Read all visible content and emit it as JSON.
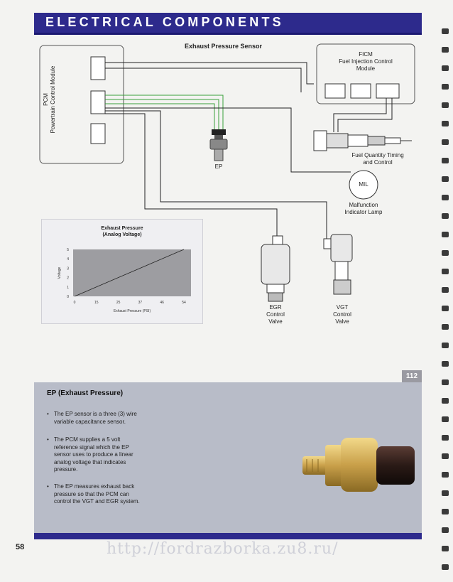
{
  "header": {
    "title": "ELECTRICAL COMPONENTS"
  },
  "diagram": {
    "title": "Exhaust Pressure Sensor",
    "pcm_label": [
      "PCM",
      "Powertrain Control Module"
    ],
    "ficm_label": [
      "FICM",
      "Fuel Injection Control",
      "Module"
    ],
    "ep_label": "EP",
    "injector_label": [
      "Fuel Quantity Timing",
      "and Control"
    ],
    "mil_label": "MIL",
    "mil_caption": [
      "Malfunction",
      "Indicator Lamp"
    ],
    "egr_label": [
      "EGR",
      "Control",
      "Valve"
    ],
    "vgt_label": [
      "VGT",
      "Control",
      "Valve"
    ]
  },
  "chart_data": {
    "type": "line",
    "title": [
      "Exhaust Pressure",
      "(Analog Voltage)"
    ],
    "xlabel": "Exhaust Pressure (PSI)",
    "ylabel": "Voltage",
    "x_ticks": [
      "0",
      "15",
      "25",
      "37",
      "46",
      "54"
    ],
    "y_ticks": [
      "0",
      "1",
      "2",
      "3",
      "4",
      "5"
    ],
    "xlim": [
      0,
      54
    ],
    "ylim": [
      0,
      5
    ],
    "grid": false,
    "series": [
      {
        "x": [
          0,
          54
        ],
        "y": [
          0,
          5
        ]
      }
    ]
  },
  "info": {
    "heading": "EP (Exhaust Pressure)",
    "bullets": [
      [
        "The EP sensor is a three (3) wire",
        "variable capacitance sensor."
      ],
      [
        "The PCM supplies a 5 volt",
        "reference signal which the EP",
        "sensor uses to produce a linear",
        "analog voltage that indicates",
        "pressure."
      ],
      [
        "The EP measures exhaust back",
        "pressure so that the PCM can",
        "control the VGT and EGR system."
      ]
    ]
  },
  "tab_number": "112",
  "page_number": "58",
  "watermark": "http://fordrazborka.zu8.ru/",
  "colors": {
    "header_blue": "#2d2a8c",
    "panel_gray": "#b8bcc8",
    "wire_green": "#3aa23a",
    "chart_gray": "#9d9da1"
  }
}
